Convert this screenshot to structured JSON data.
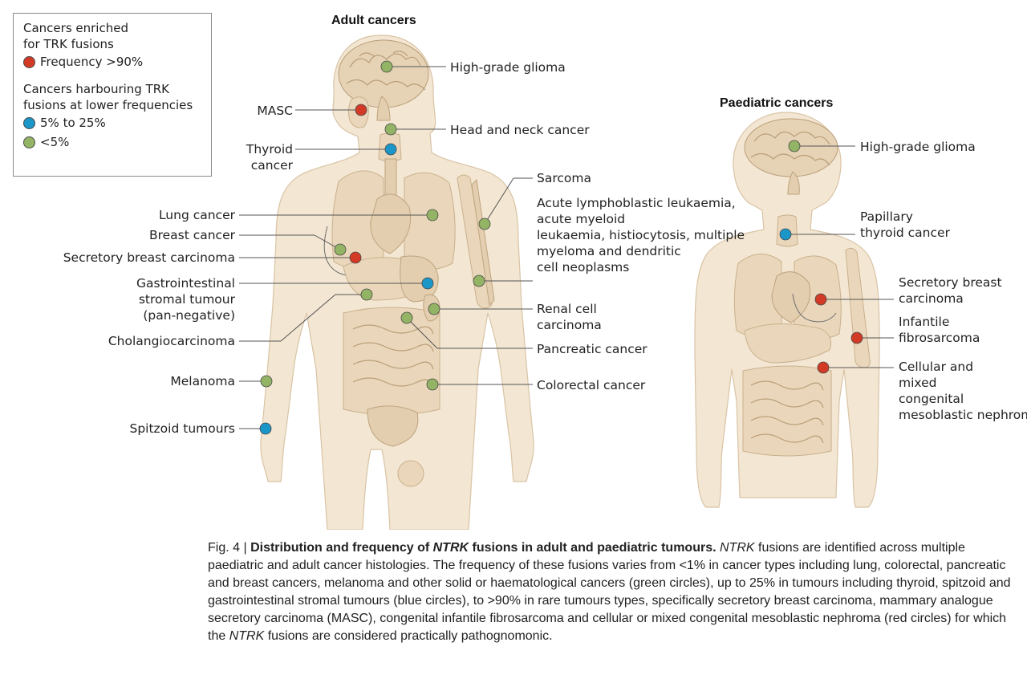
{
  "colors": {
    "red": "#d23a26",
    "blue": "#1b96c9",
    "green": "#92b464"
  },
  "legend": {
    "enriched_heading": "Cancers enriched for TRK fusions",
    "enriched_items": [
      {
        "color": "red",
        "label": "Frequency >90%"
      }
    ],
    "lower_heading": "Cancers harbouring TRK fusions at lower frequencies",
    "lower_items": [
      {
        "color": "blue",
        "label": "5% to 25%"
      },
      {
        "color": "green",
        "label": "<5%"
      }
    ]
  },
  "adult": {
    "title": "Adult cancers",
    "sites": [
      {
        "id": "glioma",
        "label": "High-grade glioma",
        "color": "green"
      },
      {
        "id": "masc",
        "label": "MASC",
        "color": "red"
      },
      {
        "id": "head-neck",
        "label": "Head and neck cancer",
        "color": "green"
      },
      {
        "id": "thyroid",
        "label": "Thyroid cancer",
        "color": "blue"
      },
      {
        "id": "sarcoma",
        "label": "Sarcoma",
        "color": "green"
      },
      {
        "id": "lung",
        "label": "Lung cancer",
        "color": "green"
      },
      {
        "id": "breast",
        "label": "Breast cancer",
        "color": "green"
      },
      {
        "id": "secretory-breast",
        "label": "Secretory breast carcinoma",
        "color": "red"
      },
      {
        "id": "leukaemia",
        "label": "Acute lymphoblastic leukaemia, acute myeloid leukaemia, histiocytosis, multiple myeloma and dendritic cell neoplasms",
        "color": "green"
      },
      {
        "id": "gist",
        "label": "Gastrointestinal stromal tumour (pan-negative)",
        "color": "blue"
      },
      {
        "id": "renal",
        "label": "Renal cell carcinoma",
        "color": "green"
      },
      {
        "id": "cholangio",
        "label": "Cholangiocarcinoma",
        "color": "green"
      },
      {
        "id": "pancreatic",
        "label": "Pancreatic cancer",
        "color": "green"
      },
      {
        "id": "melanoma",
        "label": "Melanoma",
        "color": "green"
      },
      {
        "id": "colorectal",
        "label": "Colorectal cancer",
        "color": "green"
      },
      {
        "id": "spitzoid",
        "label": "Spitzoid tumours",
        "color": "blue"
      }
    ]
  },
  "paediatric": {
    "title": "Paediatric cancers",
    "sites": [
      {
        "id": "p-glioma",
        "label": "High-grade glioma",
        "color": "green"
      },
      {
        "id": "p-thyroid",
        "label": "Papillary thyroid cancer",
        "color": "blue"
      },
      {
        "id": "p-secretory-breast",
        "label": "Secretory breast carcinoma",
        "color": "red"
      },
      {
        "id": "p-fibrosarcoma",
        "label": "Infantile fibrosarcoma",
        "color": "red"
      },
      {
        "id": "p-nephroma",
        "label": "Cellular and mixed congenital mesoblastic nephroma",
        "color": "red"
      }
    ]
  },
  "caption": {
    "fig_label": "Fig. 4 | ",
    "title_part1": "Distribution and frequency of ",
    "title_gene": "NTRK",
    "title_part2": " fusions in adult and paediatric tumours.",
    "text_gene1": "NTRK",
    "text_part1": " fusions are identified across multiple paediatric and adult cancer histologies. The frequency of these fusions varies from <1% in cancer types including lung, colorectal, pancreatic and breast cancers, melanoma and other solid or haematological cancers (green circles), up to 25% in tumours including thyroid, spitzoid and gastrointestinal stromal tumours (blue circles), to >90% in rare tumours types, specifically secretory breast carcinoma, mammary analogue secretory carcinoma (MASC), congenital infantile fibrosarcoma and cellular or mixed congenital mesoblastic nephroma (red circles) for which the ",
    "text_gene2": "NTRK",
    "text_part2": " fusions are considered practically pathognomonic."
  }
}
